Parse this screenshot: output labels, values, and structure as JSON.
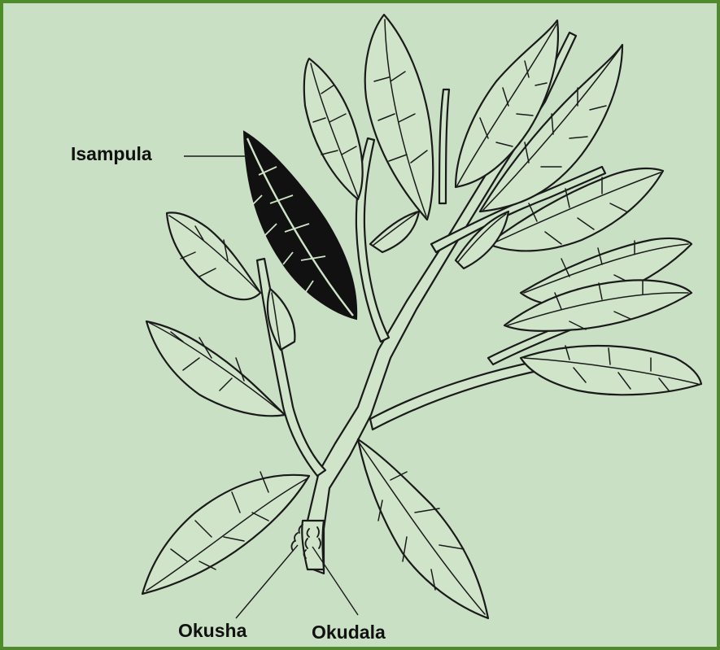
{
  "labels": {
    "leaf": "Isampula",
    "node": "Okusha",
    "root": "Okudala"
  },
  "colors": {
    "frame_border": "#4f8a2c",
    "background": "#c9e0c4",
    "highlighted_leaf": "#111111"
  }
}
